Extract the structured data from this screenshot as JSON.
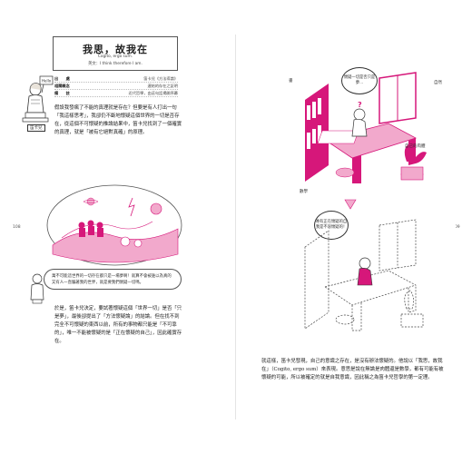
{
  "left": {
    "page_number": "108",
    "figure_label": "笛卡兒",
    "sign_text": "Hello",
    "title_box": {
      "title": "我思，故我在",
      "latin": "Cogito, ergo sum.",
      "english": "英文：I think therefore I am."
    },
    "notes": [
      {
        "key": "出　　處",
        "value": "笛卡兒《方法導論》"
      },
      {
        "key": "相關概念",
        "value": "連結的存在之証明"
      },
      {
        "key": "備　　註",
        "value": "近代哲學，由這句話揭開序幕"
      }
    ],
    "paragraph1": "假設我發瘋了不能的真理就是存在？但要是有人打出一句「我這樣思考」，我卻仍不斷地懷疑這個世界的一切是否存在，從這個不可懷疑的推論結果中，笛卡兒找到了一個確實的真理，就是「被有它絕對真確」的原理。",
    "bubble_text": "萬不可能這世界的一切存在都只是一場夢啊！就算不會被誰以為真的又有人一直騙著我的世界，就是要我們懷疑一切嗎。",
    "paragraph2": "於是，笛卡兒決定，要試著懷疑這個「世界一切」是否「只是夢」，最後卻提出了「方法懷疑論」的結論。但在找不到完全不可懷疑的東西以前，所有的事物都只能是「不可靠的」，唯一不能被懷疑的是「正在懷疑的自己」，因此確實存在。"
  },
  "right": {
    "page_number": "109",
    "labels": {
      "book": "書",
      "nature": "自然",
      "body": "自己的肉體",
      "math": "數學"
    },
    "top_speech": "懷疑一切是否只是夢…",
    "mid_speech": "唯有正在懷疑的自我是不容懷疑的！",
    "paragraph": "就這樣，笛卡兒發現，自己的意識之存在，是沒有辦法懷疑的。他說以「我思，故我在」（Cogito, ergo sum）來表現。意思是說在無論是肉體還是數學，都有可能有被懷疑的可能，所以被確定的就是自我意識，因此稱之為笛卡兒哲學的第一定理。",
    "highlight_1": "我思，故我在（Cogito, ergo sum）",
    "highlight_2": "笛卡兒哲學的第一定理"
  },
  "colors": {
    "accent": "#d6177a",
    "pink_light": "#f2a9cc"
  }
}
